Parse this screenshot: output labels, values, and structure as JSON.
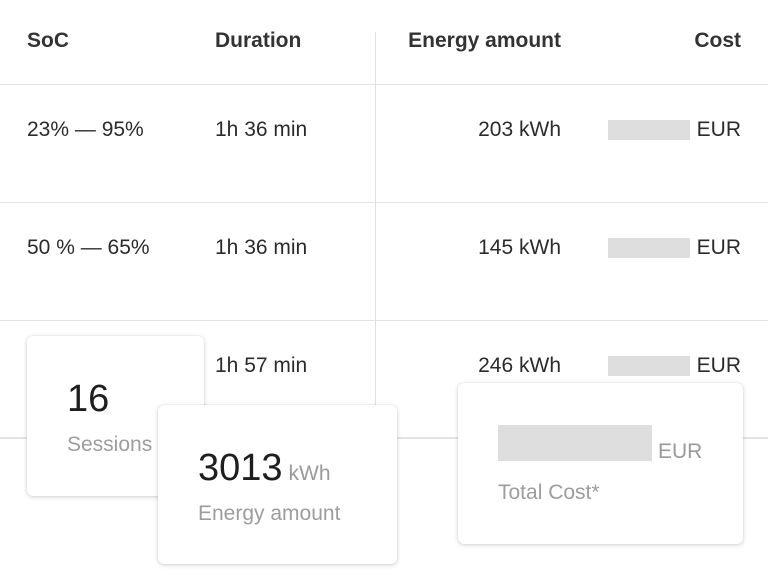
{
  "table": {
    "headers": {
      "soc": "SoC",
      "duration": "Duration",
      "energy": "Energy amount",
      "cost": "Cost"
    },
    "rows": [
      {
        "soc": "23% — 95%",
        "duration": "1h 36 min",
        "energy": "203 kWh",
        "currency": "EUR"
      },
      {
        "soc": "50 % — 65%",
        "duration": "1h 36 min",
        "energy": "145 kWh",
        "currency": "EUR"
      },
      {
        "soc": "",
        "duration": "1h 57 min",
        "energy": "246 kWh",
        "currency": "EUR"
      }
    ]
  },
  "summary": {
    "sessions": {
      "value": "16",
      "label": "Sessions"
    },
    "energy": {
      "value": "3013",
      "unit": "kWh",
      "label": "Energy amount"
    },
    "cost": {
      "currency": "EUR",
      "label": "Total Cost*"
    }
  },
  "colors": {
    "redaction": "#dedede",
    "divider": "#e4e4e4",
    "muted_text": "#9d9d9d"
  }
}
